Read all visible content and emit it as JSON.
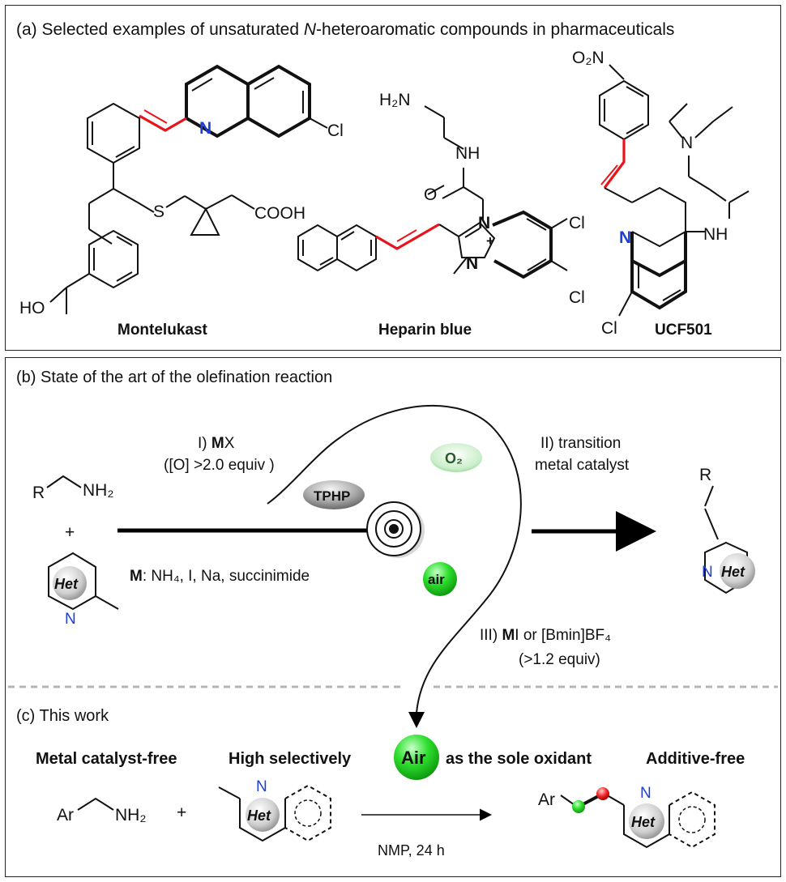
{
  "panel_a": {
    "caption": "(a) Selected examples of unsaturated N-heteroaromatic compounds in pharmaceuticals",
    "caption_pre": "(a) Selected examples of unsaturated ",
    "caption_italic": "N",
    "caption_post": "-heteroaromatic compounds in pharmaceuticals",
    "compounds": [
      {
        "name": "Montelukast",
        "labels": [
          "N",
          "Cl",
          "S",
          "COOH",
          "HO"
        ]
      },
      {
        "name": "Heparin blue",
        "labels": [
          "H₂N",
          "NH",
          "O",
          "N",
          "+",
          "N",
          "Cl",
          "Cl"
        ]
      },
      {
        "name": "UCF501",
        "labels": [
          "O₂N",
          "N",
          "NH",
          "N",
          "Cl"
        ]
      }
    ]
  },
  "panel_b": {
    "caption": "(b) State of the art of the olefination reaction",
    "amine_R": "R",
    "amine_NH2": "NH₂",
    "plus": "+",
    "het": "Het",
    "n_atom": "N",
    "route1_line1_pre": "I) ",
    "route1_line1_bold": "M",
    "route1_line1_post": "X",
    "route1_line2": "([O] >2.0 equiv )",
    "route2_line1": "II) transition",
    "route2_line2": "metal catalyst",
    "route3_line1_pre": "III) ",
    "route3_line1_bold": "M",
    "route3_line1_post": "I or [Bmin]BF₄",
    "route3_line2": "(>1.2 equiv)",
    "m_list_bold": "M",
    "m_list_rest": ": NH₄, I, Na, succinimide",
    "bubbles": {
      "tphp": "TPHP",
      "o2": "O₂",
      "air": "air"
    },
    "product_R": "R",
    "product_N": "N",
    "product_het": "Het"
  },
  "panel_c": {
    "caption": "(c) This work",
    "features": [
      "Metal catalyst-free",
      "High selectively",
      "as the sole oxidant",
      "Additive-free"
    ],
    "air_badge": "Air",
    "reagent_ar": "Ar",
    "reagent_nh2": "NH₂",
    "plus": "+",
    "het": "Het",
    "n_atom": "N",
    "conditions": "NMP, 24 h",
    "product_ar": "Ar",
    "product_n": "N",
    "product_het": "Het"
  },
  "colors": {
    "alkene_red": "#e8141b",
    "nitrogen_blue": "#1c3fd6",
    "air_green": "#21c321",
    "gray_bubble": "#8c8c8c"
  }
}
